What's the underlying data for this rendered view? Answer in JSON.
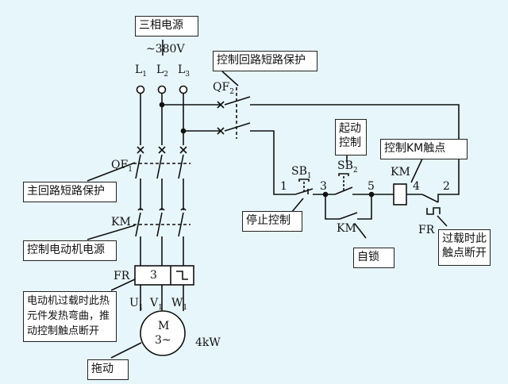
{
  "callouts": {
    "three_phase_power": "三相电源",
    "control_circuit_protection": "控制回路短路保护",
    "main_circuit_protection": "主回路短路保护",
    "control_motor_power": "控制电动机电源",
    "thermal_element_note": "电动机过载时此热元件发热弯曲，推动控制触点断开",
    "drive": "拖动",
    "stop_control": "停止控制",
    "start_control": "起动控制",
    "self_lock": "自锁",
    "control_km_contact": "控制KM触点",
    "overload_contact_open": "过载时此触点断开"
  },
  "labels": {
    "voltage": "~380V",
    "L1": "L",
    "L1_sub": "1",
    "L2": "L",
    "L2_sub": "2",
    "L3": "L",
    "L3_sub": "3",
    "QF2": "QF",
    "QF2_sub": "2",
    "QF1": "QF",
    "QF1_sub": "1",
    "KM_main": "KM",
    "FR_main": "FR",
    "fr_block_num": "3",
    "U1": "U",
    "U1_sub": "1",
    "V1": "V",
    "V1_sub": "1",
    "W1": "W",
    "W1_sub": "1",
    "motor_M": "M",
    "motor_phase": "3~",
    "motor_power": "4kW",
    "SB1": "SB",
    "SB1_sub": "1",
    "SB2": "SB",
    "SB2_sub": "2",
    "KM_coil": "KM",
    "KM_aux": "KM",
    "FR_ctrl": "FR",
    "node_1": "1",
    "node_3": "3",
    "node_5": "5",
    "node_4": "4",
    "node_2": "2"
  }
}
